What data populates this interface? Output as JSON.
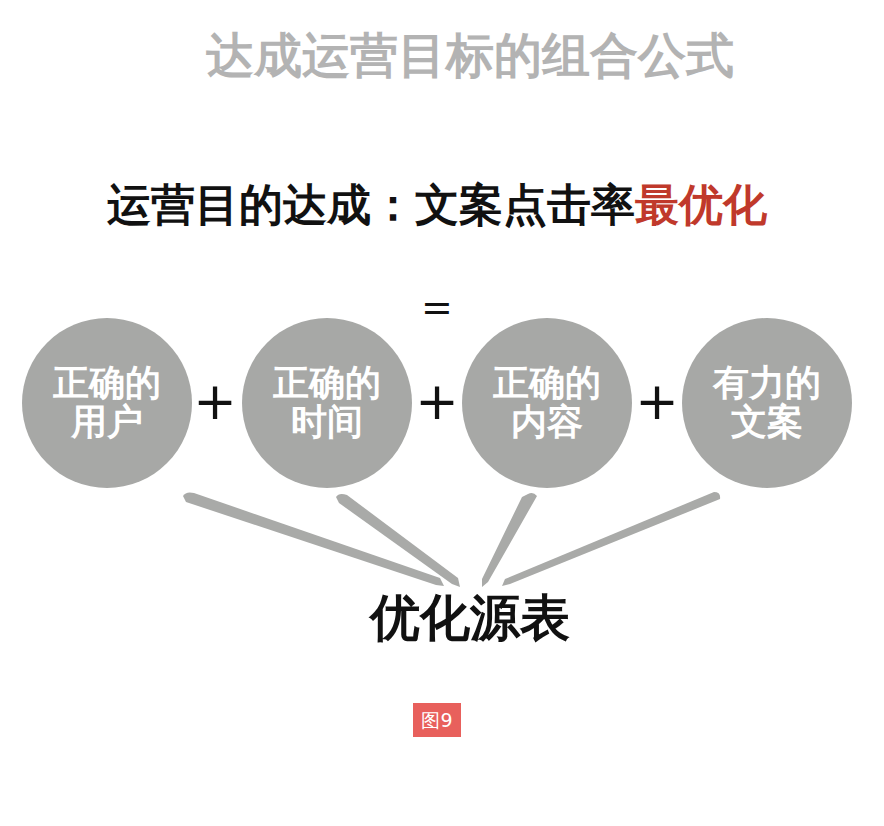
{
  "diagram": {
    "title": "达成运营目标的组合公式",
    "caption": "图9",
    "nodes": [
      {
        "text": [
          "正确的 用户"
        ]
      },
      {
        "text": [
          "正确的 时间"
        ]
      },
      {
        "text": [
          "正确的 内容"
        ]
      },
      {
        "text": [
          "有力的 文案"
        ]
      }
    ],
    "labels": [
      "运营目的达成：文案点击率",
      "最优化",
      "=",
      "+",
      "+",
      "+",
      "优化源表"
    ]
  }
}
